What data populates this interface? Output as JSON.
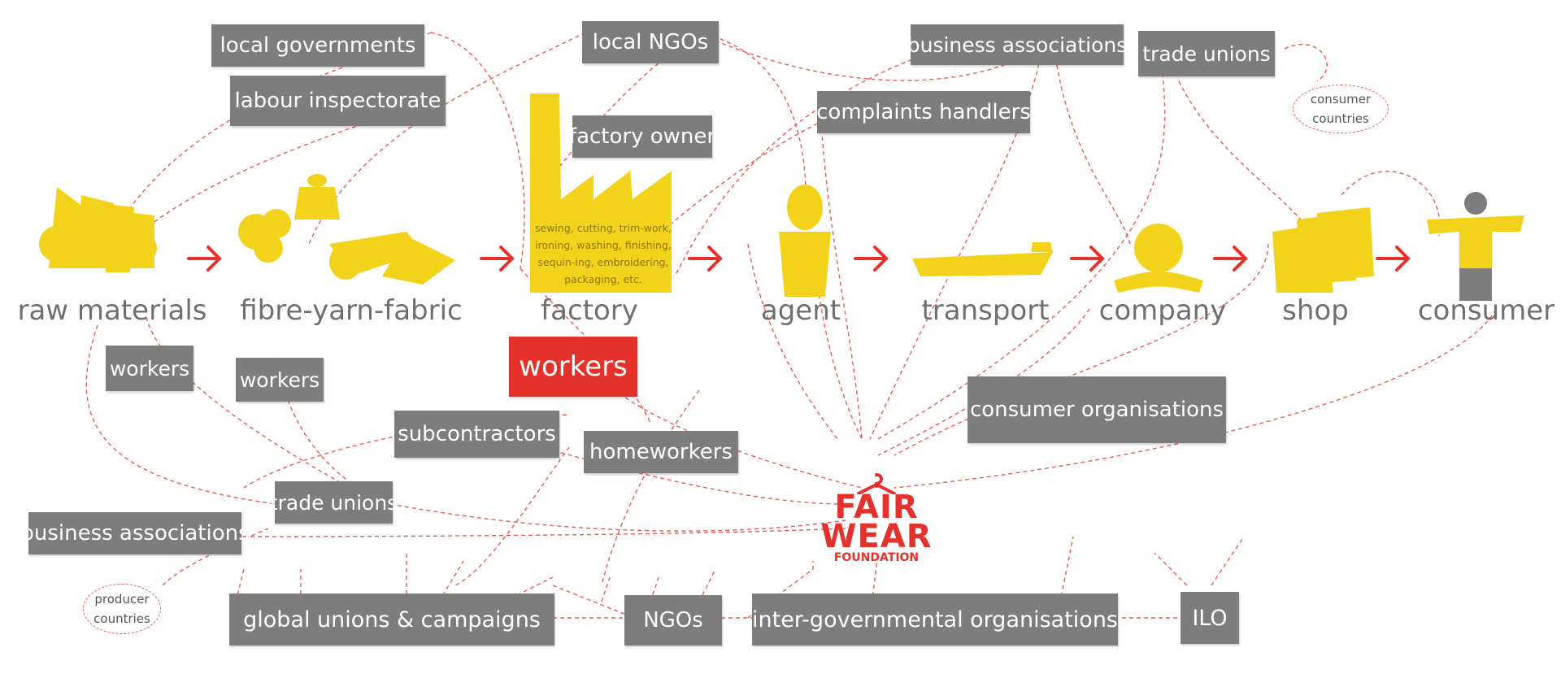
{
  "stages": {
    "raw_materials": "raw materials",
    "fibre": "fibre-yarn-fabric",
    "factory": "factory",
    "agent": "agent",
    "transport": "transport",
    "company": "company",
    "shop": "shop",
    "consumer": "consumer"
  },
  "boxes": {
    "local_governments": "local governments",
    "labour_inspectorate": "labour inspectorate",
    "local_ngos": "local NGOs",
    "factory_owner": "factory owner",
    "business_associations_top": "business associations",
    "trade_unions_top": "trade unions",
    "complaints_handlers": "complaints handlers",
    "workers_raw": "workers",
    "workers_fibre": "workers",
    "workers_factory": "workers",
    "subcontractors": "subcontractors",
    "homeworkers": "homeworkers",
    "trade_unions_bottom": "trade unions",
    "business_associations_bottom": "business associations",
    "consumer_organisations": "consumer organisations",
    "global_unions": "global unions & campaigns",
    "ngos": "NGOs",
    "intergov": "inter-governmental organisations",
    "ilo": "ILO"
  },
  "bubbles": {
    "consumer_countries": [
      "consumer",
      "countries"
    ],
    "producer_countries": [
      "producer",
      "countries"
    ]
  },
  "factory_process_text": [
    "sewing, cutting, trim-work,",
    "ironing, washing, finishing,",
    "sequin-ing, embroidering,",
    "packaging, etc."
  ],
  "logo": {
    "line1": "FAIR",
    "line2": "WEAR",
    "line3": "FOUNDATION"
  },
  "colors": {
    "box_gray": "#7d7d7d",
    "accent_red": "#e4312b",
    "icon_yellow": "#f2d21b",
    "dashed_line": "#ea5b4f",
    "stage_label": "#6f6f6f"
  }
}
